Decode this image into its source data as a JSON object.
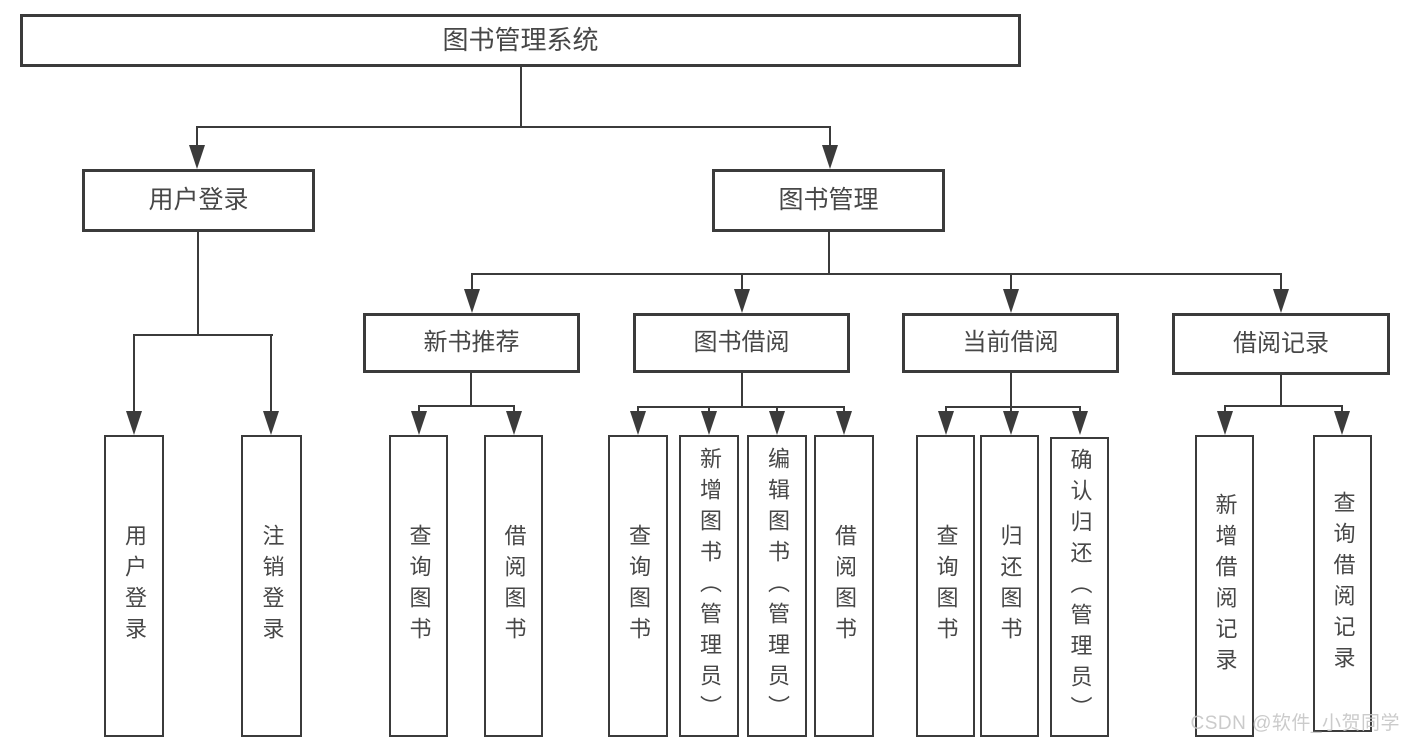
{
  "diagram": {
    "root": {
      "label": "图书管理系统"
    },
    "branches": [
      {
        "label": "用户登录",
        "children": [
          {
            "label": "用户登录"
          },
          {
            "label": "注销登录"
          }
        ]
      },
      {
        "label": "图书管理",
        "groups": [
          {
            "label": "新书推荐",
            "children": [
              {
                "label": "查询图书"
              },
              {
                "label": "借阅图书"
              }
            ]
          },
          {
            "label": "图书借阅",
            "children": [
              {
                "label": "查询图书"
              },
              {
                "label": "新增图书（管理员）"
              },
              {
                "label": "编辑图书（管理员）"
              },
              {
                "label": "借阅图书"
              }
            ]
          },
          {
            "label": "当前借阅",
            "children": [
              {
                "label": "查询图书"
              },
              {
                "label": "归还图书"
              },
              {
                "label": "确认归还（管理员）"
              }
            ]
          },
          {
            "label": "借阅记录",
            "children": [
              {
                "label": "新增借阅记录"
              },
              {
                "label": "查询借阅记录"
              }
            ]
          }
        ]
      }
    ]
  },
  "watermark": {
    "text": "CSDN @软件_小贺同学"
  },
  "colors": {
    "line": "#3b3b3b",
    "text": "#474747",
    "background": "#ffffff",
    "watermark": "#c6c6c6"
  }
}
